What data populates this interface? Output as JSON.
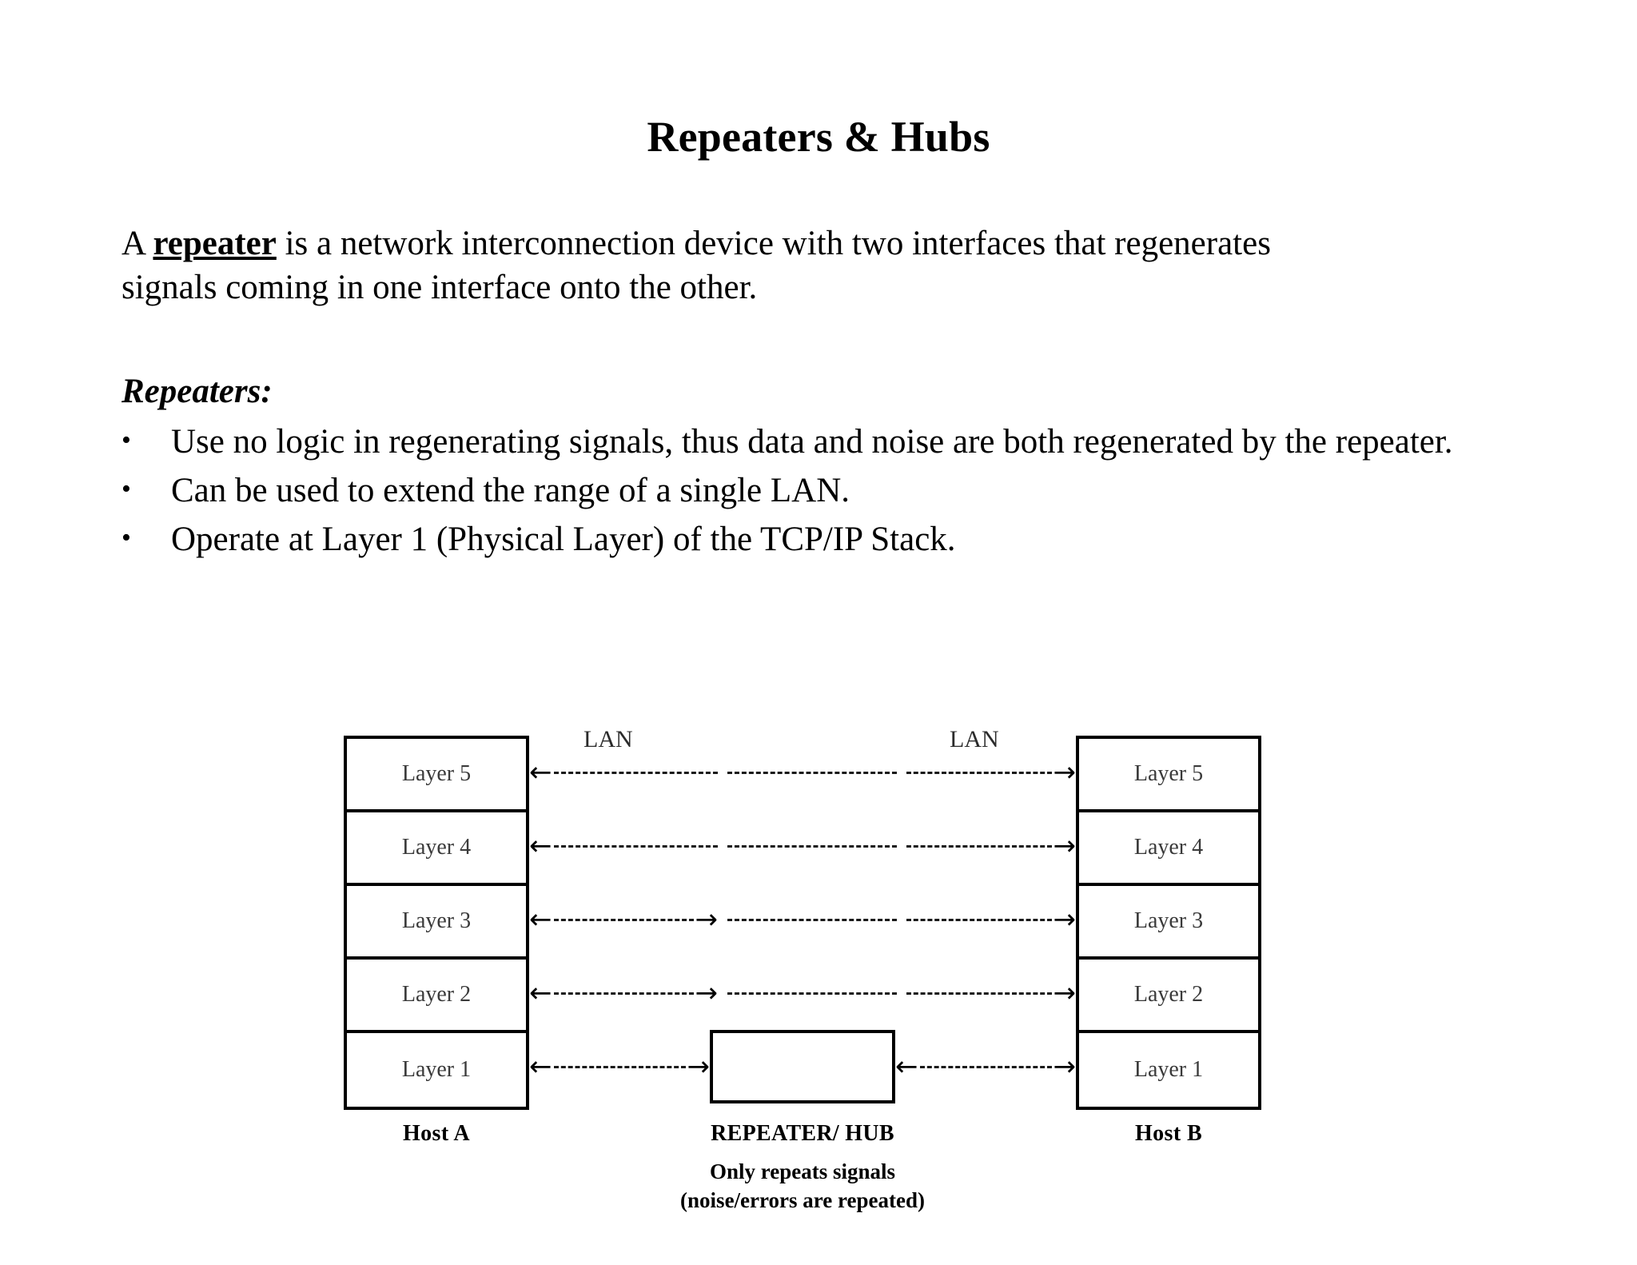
{
  "slide": {
    "title": "Repeaters & Hubs",
    "intro": {
      "before": "A ",
      "keyword": "repeater",
      "after": " is a network interconnection device with two interfaces that regenerates signals coming in one interface onto the other."
    },
    "section_heading": "Repeaters:",
    "bullets": [
      {
        "marker": "•",
        "text": "Use no logic in regenerating signals, thus data and noise are both regenerated by the repeater."
      },
      {
        "marker": "•",
        "text": "Can be used to extend the range of a single LAN."
      },
      {
        "marker": "•",
        "text": "Operate at Layer 1 (Physical Layer) of the TCP/IP Stack."
      }
    ]
  },
  "diagram": {
    "host_a": {
      "label": "Host A",
      "layers": [
        "Layer 5",
        "Layer 4",
        "Layer 3",
        "Layer 2",
        "Layer 1"
      ]
    },
    "host_b": {
      "label": "Host B",
      "layers": [
        "Layer 5",
        "Layer 4",
        "Layer 3",
        "Layer 2",
        "Layer 1"
      ]
    },
    "middle": {
      "device_label": "REPEATER/ HUB",
      "caption_line1": "Only repeats signals",
      "caption_line2": "(noise/errors are repeated)"
    },
    "lan_labels": {
      "left": "LAN",
      "right": "LAN"
    },
    "arrows": {
      "left_arrow": "←",
      "right_arrow": "→"
    },
    "colors": {
      "ink": "#000000",
      "layer_text": "#3a3a3a",
      "background": "#ffffff"
    }
  }
}
